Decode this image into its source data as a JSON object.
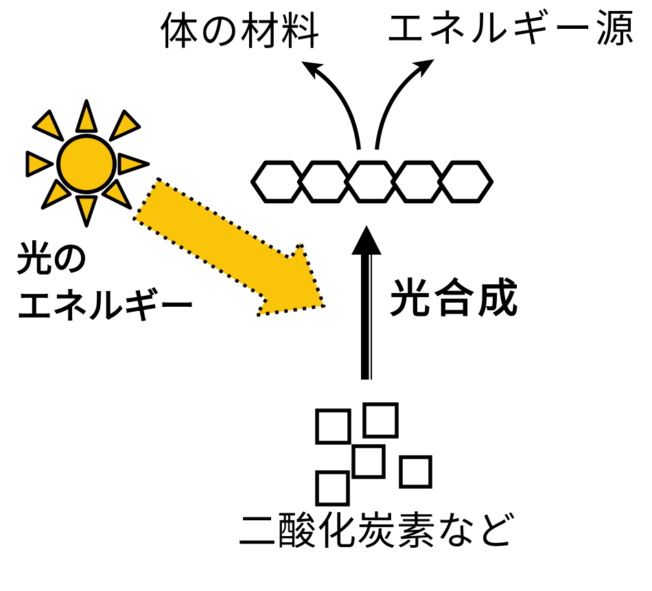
{
  "colors": {
    "accent_yellow": "#FAC40A",
    "ink": "#000000",
    "background": "#FFFFFF"
  },
  "labels": {
    "body_material": "体の材料",
    "energy_source": "エネルギー源",
    "light_energy_line1": "光の",
    "light_energy_line2": "エネルギー",
    "photosynthesis": "光合成",
    "co2_source": "二酸化炭素など"
  },
  "icons": [
    "sun-icon",
    "light-energy-arrow-icon",
    "sugar-chain-icon",
    "branch-arrow-up-left-icon",
    "branch-arrow-up-right-icon",
    "photosynthesis-up-arrow-icon",
    "co2-molecules-icon"
  ]
}
